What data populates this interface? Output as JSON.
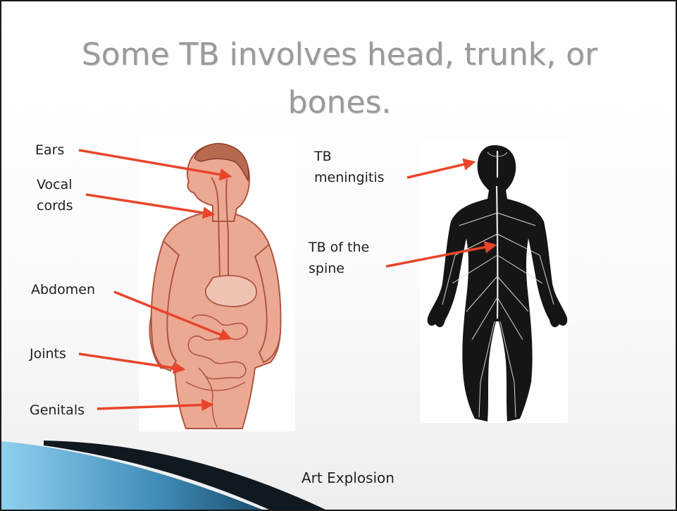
{
  "slide": {
    "title_line1": "Some TB involves head, trunk, or",
    "title_line2": "bones.",
    "credit": "Art Explosion"
  },
  "left_figure": {
    "labels": {
      "ears": "Ears",
      "vocal_cords": "Vocal\ncords",
      "abdomen": "Abdomen",
      "joints": "Joints",
      "genitals": "Genitals"
    }
  },
  "right_figure": {
    "labels": {
      "meningitis": "TB\nmeningitis",
      "spine": "TB of the\nspine"
    }
  },
  "colors": {
    "arrow": "#e8452a",
    "title": "#9a9a9a",
    "skin": "#e9a996",
    "skin_line": "#b0553f",
    "nerve_figure": "#151515",
    "swoosh_blue": "#2c6e93",
    "swoosh_dark": "#101820"
  }
}
